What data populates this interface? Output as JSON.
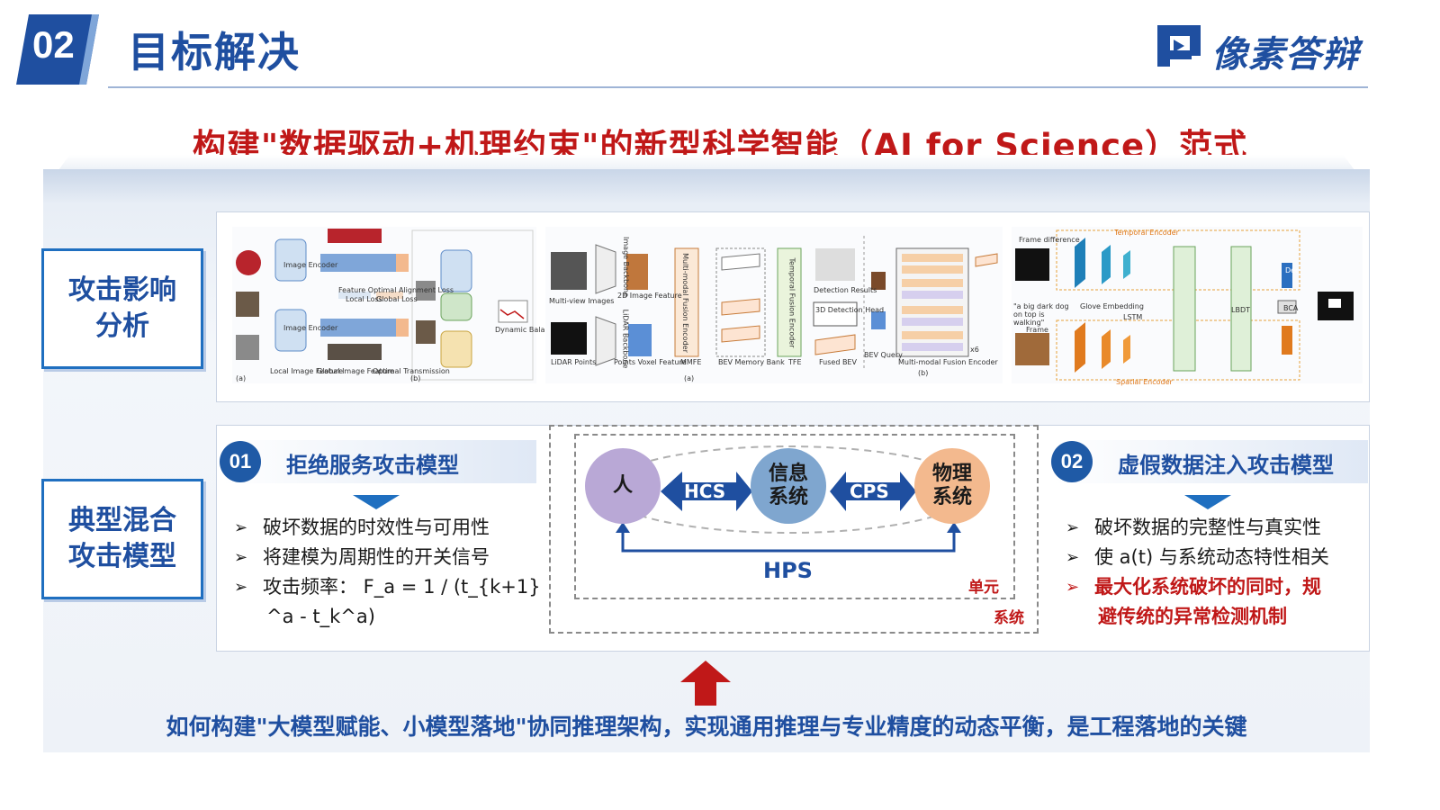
{
  "header": {
    "number": "02",
    "title": "目标解决",
    "logo_text": "像素答辩"
  },
  "headline": "构建\"数据驱动+机理约束\"的新型科学智能（AI for Science）范式",
  "side_labels": {
    "row1": "攻击影响\n分析",
    "row1_line1": "攻击影响",
    "row1_line2": "分析",
    "row2_line1": "典型混合",
    "row2_line2": "攻击模型"
  },
  "figures": {
    "fig1": {
      "labels": [
        "Image Encoder",
        "Image Encoder",
        "Feature Optimal Alignment Loss",
        "Local Loss",
        "Global Loss",
        "Local Image Feature",
        "Global Image Feature",
        "Optimal Transmission",
        "(a)",
        "(b)",
        "Dynamic Balance"
      ]
    },
    "fig2": {
      "labels": [
        "Multi-view Images",
        "Image Backbone",
        "2D Image Feature",
        "LiDAR Points",
        "LiDAR Backbone",
        "Points Voxel Feature",
        "Multi-modal Fusion Encoder",
        "MMFE",
        "BEV Memory Bank",
        "Temporal Fusion Encoder",
        "TFE",
        "3D Detection Head",
        "Detection Results",
        "Fused BEV",
        "(a)",
        "Multi-modal Fusion Encoder",
        "(b)",
        "BEV Query",
        "x6"
      ]
    },
    "fig3": {
      "labels": [
        "Temporal Encoder",
        "Spatial Encoder",
        "Frame difference",
        "Frame",
        "\"a big dark dog on top is walking\"",
        "Glove Embedding",
        "LSTM",
        "LBDT",
        "BCA",
        "Dec"
      ]
    }
  },
  "section1": {
    "number": "01",
    "title": "拒绝服务攻击模型",
    "bullets": [
      "破坏数据的时效性与可用性",
      "将建模为周期性的开关信号",
      "攻击频率： F_a = 1 / (t_{k+1}",
      "^a - t_k^a)"
    ]
  },
  "section2": {
    "number": "02",
    "title": "虚假数据注入攻击模型",
    "bullets": [
      "破坏数据的完整性与真实性",
      "使 a(t) 与系统动态特性相关"
    ],
    "highlight_line1": "最大化系统破坏的同时，规",
    "highlight_line2": "避传统的异常检测机制"
  },
  "diagram": {
    "node_human": "人",
    "node_info_1": "信息",
    "node_info_2": "系统",
    "node_phys_1": "物理",
    "node_phys_2": "系统",
    "arrow_hcs": "HCS",
    "arrow_cps": "CPS",
    "arrow_hps": "HPS",
    "label_unit": "单元",
    "label_system": "系统"
  },
  "bottom": "如何构建\"大模型赋能、小模型落地\"协同推理架构，实现通用推理与专业精度的动态平衡，是工程落地的关键",
  "colors": {
    "brand_blue": "#1f4fa0",
    "accent_red": "#c01818",
    "node_human": "#b9a8d6",
    "node_info": "#7fa6cf",
    "node_phys": "#f3b98e"
  }
}
